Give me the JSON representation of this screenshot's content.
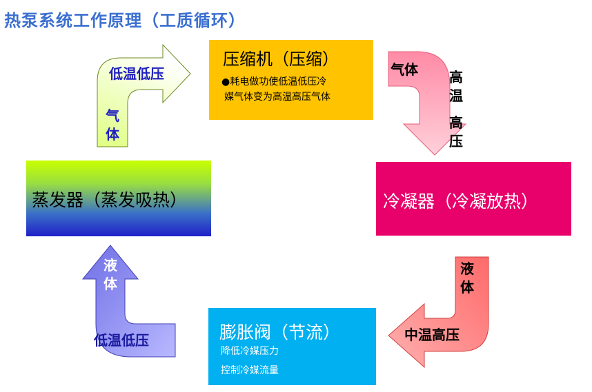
{
  "title": "热泵系统工作原理（工质循环）",
  "compressor": {
    "title": "压缩机（压缩）",
    "desc_line1": "●耗电做功使低温低压冷",
    "desc_line2": "媒气体变为高温高压气体"
  },
  "condenser": {
    "title": "冷凝器（冷凝放热）"
  },
  "expansion_valve": {
    "title": "膨胀阀（节流）",
    "desc_line1": "降低冷媒压力",
    "desc_line2": "控制冷媒流量"
  },
  "evaporator": {
    "title": "蒸发器（蒸发吸热）"
  },
  "arrow_top_left": {
    "label_state": "低温低压",
    "label_phase_1": "气",
    "label_phase_2": "体"
  },
  "arrow_top_right": {
    "label_phase": "气体",
    "label_state_1": "高",
    "label_state_2": "温",
    "label_state_3": "高",
    "label_state_4": "压"
  },
  "arrow_bottom_right": {
    "label_phase_1": "液",
    "label_phase_2": "体",
    "label_state": "中温高压"
  },
  "arrow_bottom_left": {
    "label_phase_1": "液",
    "label_phase_2": "体",
    "label_state": "低温低压"
  },
  "colors": {
    "title": "#3b6fd1",
    "compressor": "#ffc300",
    "condenser": "#e8006b",
    "expansion_valve": "#00b0f0",
    "evaporator_top": "#c8ff00",
    "evaporator_bottom": "#2020c8",
    "arrow_top_left": "#efffb0",
    "arrow_top_right": "#ffb0c0",
    "arrow_bottom_right": "#ff8080",
    "arrow_bottom_left": "#8888f0"
  }
}
